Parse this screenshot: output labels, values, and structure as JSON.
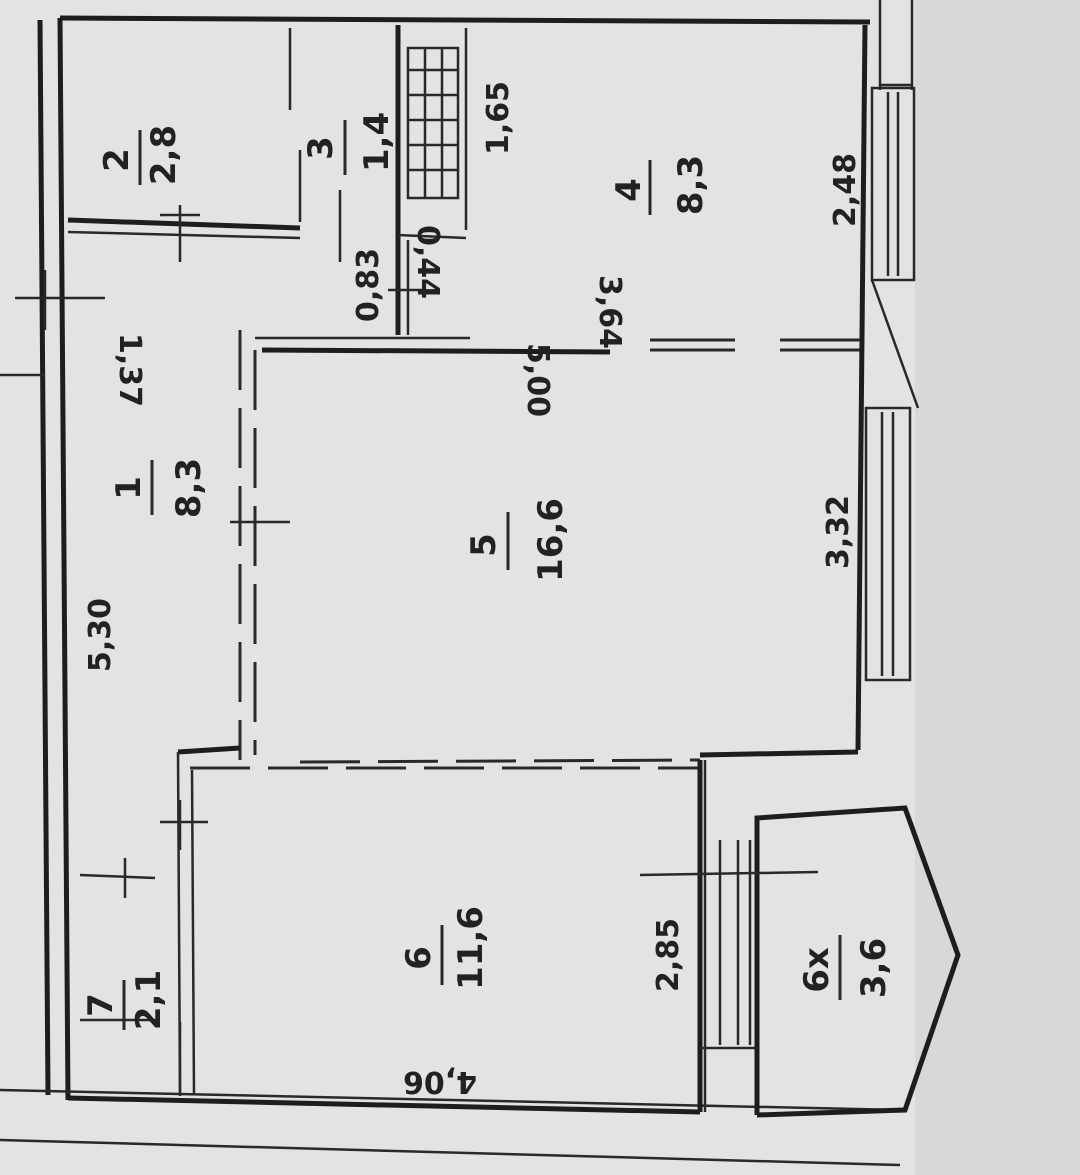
{
  "rooms": [
    {
      "number": "1",
      "area": "8,3"
    },
    {
      "number": "2",
      "area": "2,8"
    },
    {
      "number": "3",
      "area": "1,4"
    },
    {
      "number": "4",
      "area": "8,3"
    },
    {
      "number": "5",
      "area": "16,6"
    },
    {
      "number": "6",
      "area": "11,6"
    },
    {
      "number": "7",
      "area": "2,1"
    },
    {
      "number": "6x",
      "area": "3,6"
    }
  ],
  "dimensions": {
    "corridor_length": "5,30",
    "corridor_width": "1,37",
    "room3_width": "1,65",
    "kitchen_width": "2,48",
    "niche_a": "0,44",
    "niche_b": "0,83",
    "kitchen_length": "3,64",
    "living_length": "5,00",
    "living_width": "3,32",
    "bedroom_width": "2,85",
    "bedroom_length": "4,06"
  },
  "colors": {
    "paper": "#e4e3e1",
    "ink": "#1e1d1c"
  }
}
